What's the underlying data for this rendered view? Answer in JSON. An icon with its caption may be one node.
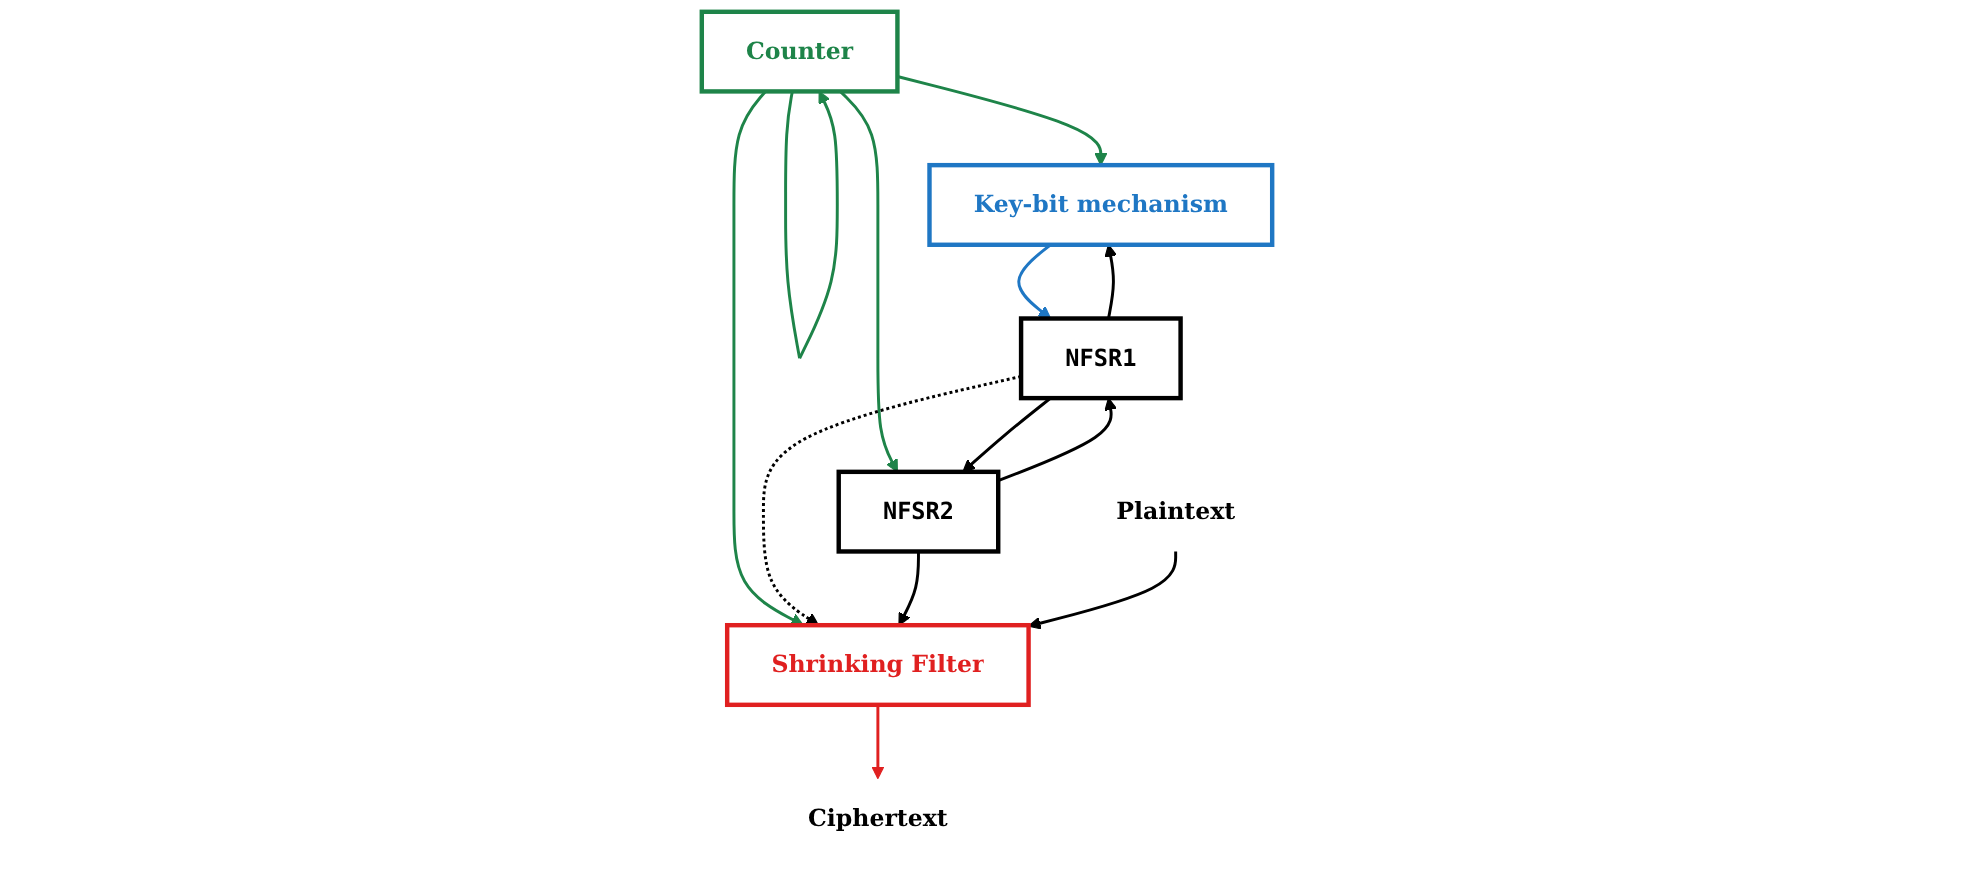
{
  "diagram": {
    "nodes": [
      {
        "text": [
          "Counter"
        ]
      },
      {
        "text": [
          "NFSR1"
        ]
      },
      {
        "text": [
          "Key-bit mechanism"
        ]
      },
      {
        "text": [
          "NFSR2"
        ]
      },
      {
        "text": [
          "Shrinking Filter"
        ]
      },
      {
        "text": [
          "Plaintext"
        ]
      },
      {
        "text": [
          "Ciphertext"
        ]
      }
    ],
    "edges": [
      {
        "from": 0,
        "to": 0,
        "arrow": "to",
        "color": "#1e8449"
      },
      {
        "from": 0,
        "to": 2,
        "arrow": "to",
        "color": "#1e8449"
      },
      {
        "from": 0,
        "to": 3,
        "arrow": "to",
        "color": "#1e8449"
      },
      {
        "from": 0,
        "to": 4,
        "arrow": "to",
        "color": "#1e8449"
      },
      {
        "from": 1,
        "to": 2,
        "arrow": "to"
      },
      {
        "from": 2,
        "to": 1,
        "arrow": "to",
        "color": "#1f77c4"
      },
      {
        "from": 3,
        "to": 1,
        "arrow": "to"
      },
      {
        "from": 1,
        "to": 3,
        "arrow": "to"
      },
      {
        "from": 1,
        "to": 4,
        "arrow": "to",
        "style": "dashed"
      },
      {
        "from": 3,
        "to": 4,
        "arrow": "to"
      },
      {
        "from": 5,
        "to": 4,
        "arrow": "to"
      },
      {
        "from": 4,
        "to": 6,
        "arrow": "to",
        "color": "#e02020"
      }
    ]
  }
}
